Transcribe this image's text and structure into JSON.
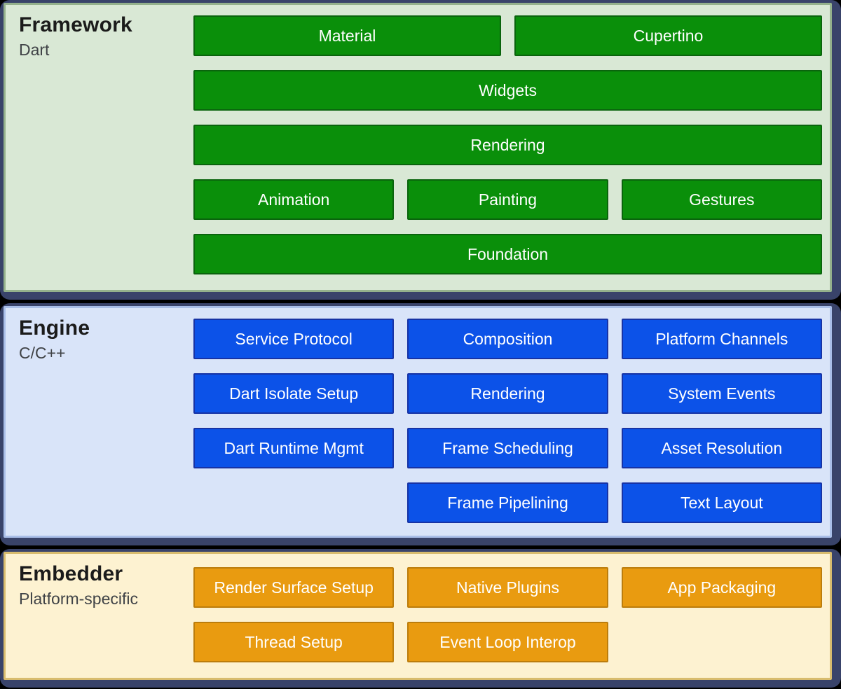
{
  "colors": {
    "outer_border": "#39436a",
    "page_background": "#000000",
    "framework_fill": "#d9e8d5",
    "framework_border": "#94b18c",
    "framework_box_fill": "#0a8f0a",
    "framework_box_border": "#0a640d",
    "engine_fill": "#d9e4f9",
    "engine_border": "#a9bee8",
    "engine_box_fill": "#0c52e8",
    "engine_box_border": "#1733a5",
    "embedder_fill": "#fdf2d1",
    "embedder_border": "#d8bc6e",
    "embedder_box_fill": "#e99b10",
    "embedder_box_border": "#bc7d0c",
    "box_text": "#ffffff",
    "title_text": "#1b1b1b",
    "subtitle_text": "#404347"
  },
  "sections": [
    {
      "title": "Framework",
      "subtitle": "Dart",
      "rows": [
        [
          "Material",
          "Cupertino"
        ],
        [
          "Widgets"
        ],
        [
          "Rendering"
        ],
        [
          "Animation",
          "Painting",
          "Gestures"
        ],
        [
          "Foundation"
        ]
      ]
    },
    {
      "title": "Engine",
      "subtitle": "C/C++",
      "rows": [
        [
          "Service Protocol",
          "Composition",
          "Platform Channels"
        ],
        [
          "Dart Isolate Setup",
          "Rendering",
          "System Events"
        ],
        [
          "Dart Runtime Mgmt",
          "Frame Scheduling",
          "Asset Resolution"
        ],
        [
          "",
          "Frame Pipelining",
          "Text Layout"
        ]
      ]
    },
    {
      "title": "Embedder",
      "subtitle": "Platform-specific",
      "rows": [
        [
          "Render Surface Setup",
          "Native Plugins",
          "App Packaging"
        ],
        [
          "Thread Setup",
          "Event Loop Interop",
          ""
        ]
      ]
    }
  ]
}
